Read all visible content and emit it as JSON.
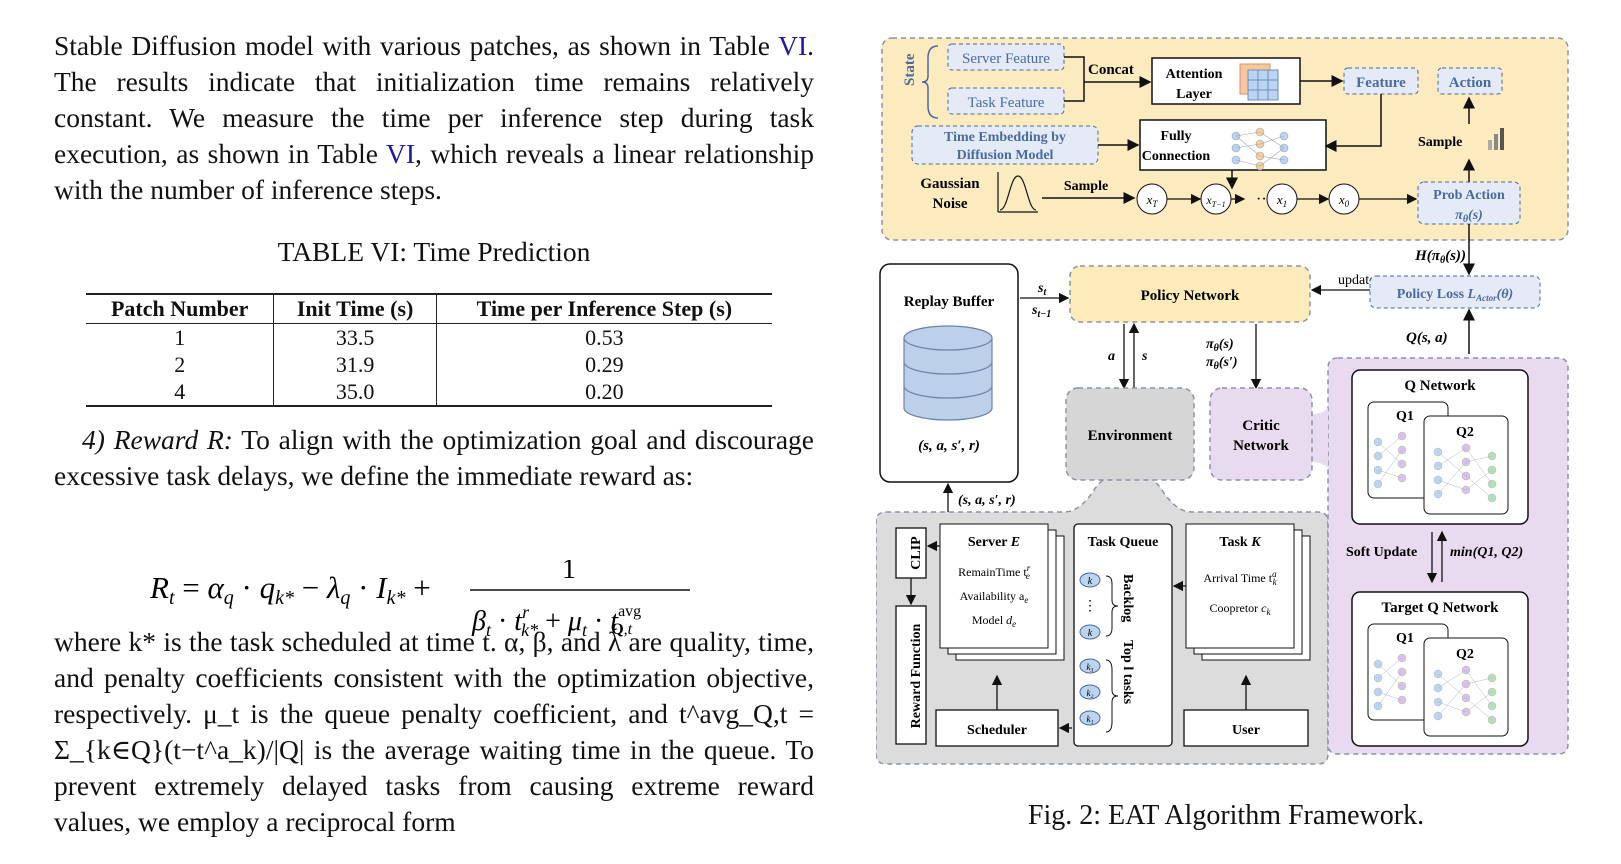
{
  "text": {
    "para1": [
      "Stable Diffusion model with various patches, as shown in",
      "Table ",
      "VI",
      ". The results indicate that initialization time remains relatively constant. We measure the time per inference step during task execution, as shown in Table ",
      "VI",
      ", which reveals a linear relationship with the number of inference steps."
    ],
    "p1_a": "Stable Diffusion model with various patches, as shown in Table ",
    "p1_ref1": "VI",
    "p1_b": ". The results indicate that initialization time remains relatively constant. We measure the time per inference step during task execution, as shown in Table ",
    "p1_ref2": "VI",
    "p1_c": ", which reveals a linear relationship with the number of inference steps.",
    "table_caption": "TABLE VI: Time Prediction",
    "table_headers": [
      "Patch Number",
      "Init Time (s)",
      "Time per Inference Step (s)"
    ],
    "table_rows": [
      [
        "1",
        "33.5",
        "0.53"
      ],
      [
        "2",
        "31.9",
        "0.29"
      ],
      [
        "4",
        "35.0",
        "0.20"
      ]
    ],
    "reward_heading": "4) Reward R:",
    "reward_text": " To align with the optimization goal and discourage excessive task delays, we define the immediate reward as:",
    "equation": "R_t = α_q · q_k* − λ_q · I_k* + 1 / (β_t · t^r_k* + μ_t · t^avg_Q,t)",
    "eq_lhs": "R",
    "eq_mid": "= α",
    "eq_one": "1",
    "para3": "where k* is the task scheduled at time t. α, β, and λ are quality, time, and penalty coefficients consistent with the optimization objective, respectively. μ_t is the queue penalty coefficient, and t^avg_Q,t = Σ_{k∈Q}(t−t^a_k)/|Q| is the average waiting time in the queue. To prevent extremely delayed tasks from causing extreme reward values, we employ a reciprocal form"
  },
  "figure": {
    "caption": "Fig. 2: EAT Algorithm Framework.",
    "labels": {
      "state": "State",
      "server_feature": "Server Feature",
      "task_feature": "Task Feature",
      "concat": "Concat",
      "attention": "Attention",
      "layer": "Layer",
      "feature": "Feature",
      "action": "Action",
      "time_emb1": "Time Embedding by",
      "time_emb2": "Diffusion Model",
      "fully": "Fully",
      "connection": "Connection",
      "sample": "Sample",
      "gaussian": "Gaussian",
      "noise": "Noise",
      "sample2": "Sample",
      "xT": "x",
      "prob_action": "Prob Action",
      "pi_theta_s": "π",
      "H": "H(π",
      "replay_buffer": "Replay Buffer",
      "policy_network": "Policy Network",
      "update": "update",
      "policy_loss": "Policy Loss L",
      "q_sa": "Q(s, a)",
      "a": "a",
      "s": "s",
      "pis": "π",
      "environment": "Environment",
      "critic1": "Critic",
      "critic2": "Network",
      "tuple": "(s, a, s′, r)",
      "q_network": "Q Network",
      "q1": "Q1",
      "q2": "Q2",
      "soft_update": "Soft Update",
      "min": "min(Q1, Q2)",
      "target_q": "Target Q Network",
      "clip": "CLIP",
      "reward_fn": "Reward Function",
      "server_e": "Server ",
      "remain": "RemainTime t",
      "avail": "Availability a",
      "model": "Model d",
      "task_queue": "Task Queue",
      "backlog": "Backlog",
      "topl": "Top l tasks",
      "task_k": "Task ",
      "arrival": "Arrival Time t",
      "coop": "Coopretor c",
      "scheduler": "Scheduler",
      "user": "User",
      "st": "s",
      "st1": "s"
    }
  },
  "colors": {
    "yellow_panel": "#fcebbf",
    "purple_panel": "#e8dbef",
    "gray_panel": "#dcdcdc",
    "blue_box": "#e4ebf6",
    "blue_text": "#4a6aa0",
    "policy_fill": "#fdebb9",
    "ref_blue": "#1a1aa8"
  }
}
